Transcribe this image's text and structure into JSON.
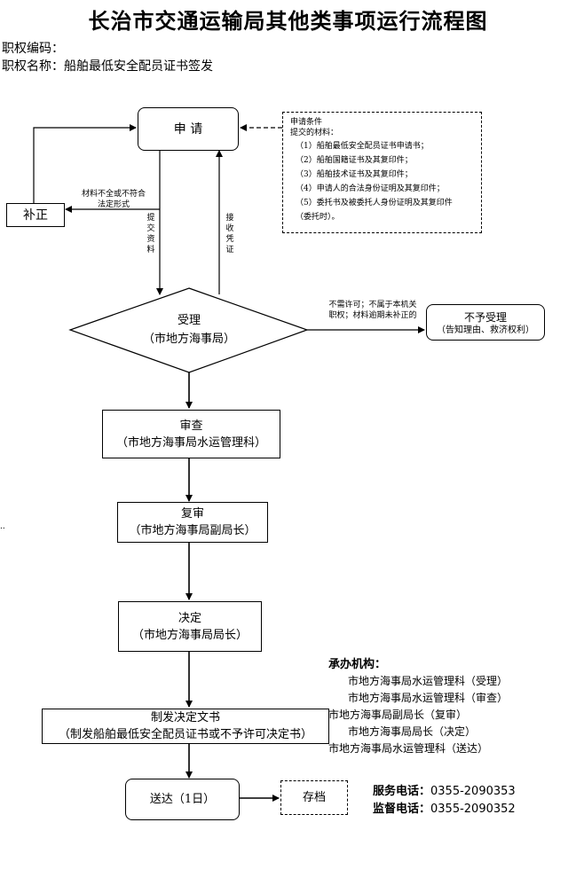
{
  "title": "长治市交通运输局其他类事项运行流程图",
  "meta": {
    "code_label": "职权编码：",
    "name_label": "职权名称：船舶最低安全配员证书签发"
  },
  "nodes": {
    "apply": "申 请",
    "supplement": "补正",
    "accept_title": "受理",
    "accept_org": "（市地方海事局）",
    "reject_title": "不予受理",
    "reject_note": "（告知理由、救济权利）",
    "review_title": "审查",
    "review_org": "（市地方海事局水运管理科）",
    "recheck_title": "复审",
    "recheck_org": "（市地方海事局副局长）",
    "decide_title": "决定",
    "decide_org": "（市地方海事局局长）",
    "issue_title": "制发决定文书",
    "issue_detail": "（制发船舶最低安全配员证书或不予许可决定书）",
    "deliver": "送达（1日）",
    "archive": "存档"
  },
  "edge_labels": {
    "incomplete_1": "材料不全或不符合",
    "incomplete_2": "法定形式",
    "submit": "提交资料",
    "receipt": "接收凭证",
    "reject_1": "不需许可；不属于本机关",
    "reject_2": "职权；材料逾期未补正的"
  },
  "conditions": {
    "header1": "申请条件",
    "header2": "提交的材料：",
    "items": [
      "（1）船舶最低安全配员证书申请书；",
      "（2）船舶国籍证书及其复印件；",
      "（3）船舶技术证书及其复印件；",
      "（4）申请人的合法身份证明及其复印件；",
      "（5）委托书及被委托人身份证明及其复印件",
      "（委托时）。"
    ]
  },
  "agencies": {
    "header": "承办机构：",
    "items": [
      "市地方海事局水运管理科（受理）",
      "市地方海事局水运管理科（审查）",
      "市地方海事局副局长（复审）",
      "市地方海事局局长（决定）",
      "市地方海事局水运管理科（送达）"
    ]
  },
  "phones": {
    "service_label": "服务电话：",
    "service_number": "0355-2090353",
    "supervise_label": "监督电话：",
    "supervise_number": "0355-2090352"
  },
  "stray_mark": ".."
}
